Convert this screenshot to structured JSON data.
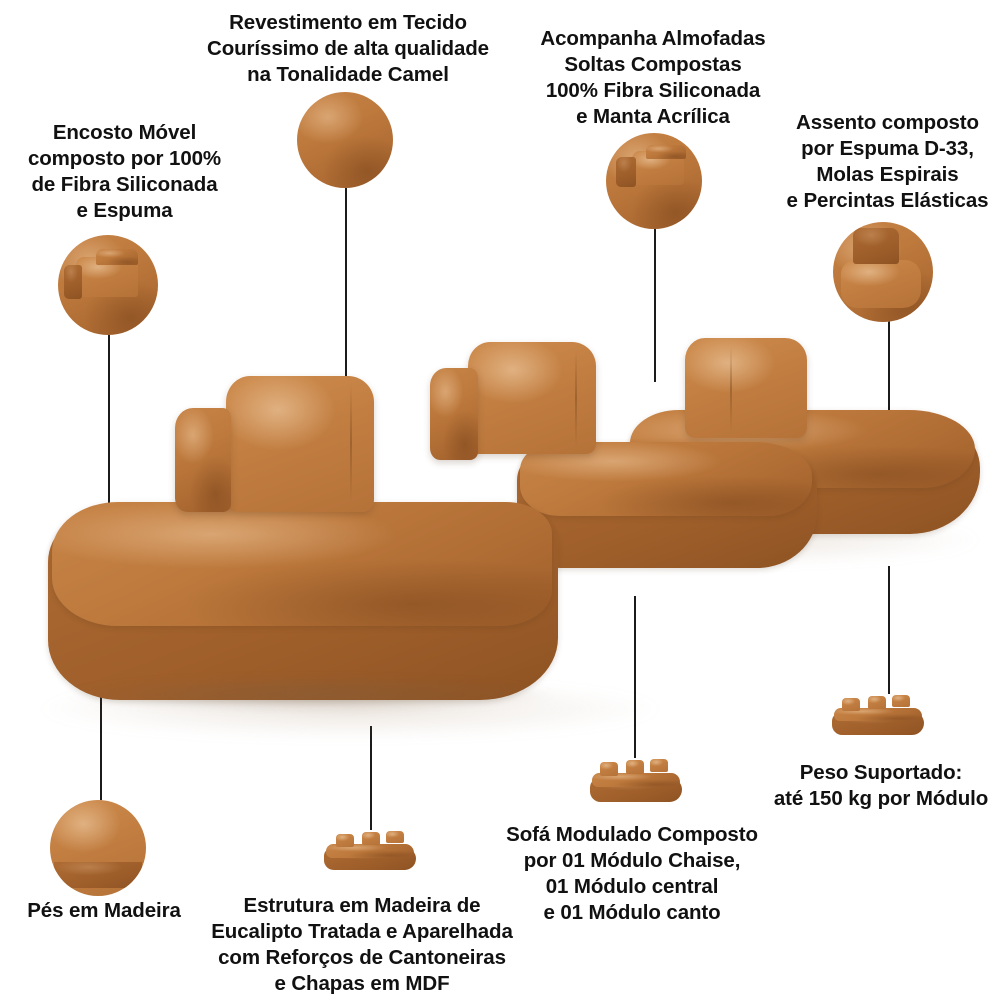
{
  "page": {
    "title": "Sofá Modulado Camel - Infográfico de Características",
    "background": "#FFFFFF",
    "text_color": "#111111",
    "leather_color": "#BE7A3D",
    "leather_highlight": "#CE8C4E",
    "leather_shadow": "#9E5E2A",
    "leader_line_color": "#1B1B1B"
  },
  "callouts": [
    {
      "id": "encosto-movel",
      "text": "Encosto Móvel\ncomposto por 100%\nde Fibra Siliconada\ne Espuma",
      "thumbnail": "backrest-cushion-thumb",
      "position": "top-left"
    },
    {
      "id": "revestimento",
      "text": "Revestimento em Tecido\nCouríssimo de alta qualidade\nna Tonalidade Camel",
      "thumbnail": "leather-swatch-thumb",
      "position": "top-center-left"
    },
    {
      "id": "almofadas",
      "text": "Acompanha Almofadas\nSoltas Compostas\n100% Fibra Siliconada\ne Manta Acrílica",
      "thumbnail": "loose-cushions-thumb",
      "position": "top-center-right"
    },
    {
      "id": "assento",
      "text": "Assento composto\npor Espuma D-33,\nMolas Espirais\ne Percintas Elásticas",
      "thumbnail": "seat-module-thumb",
      "position": "top-right"
    },
    {
      "id": "pes-madeira",
      "text": "Pés em Madeira",
      "thumbnail": "wood-foot-thumb",
      "position": "bottom-left"
    },
    {
      "id": "estrutura",
      "text": "Estrutura em Madeira de\nEucalipto Tratada e Aparelhada\ncom Reforços de Cantoneiras\ne Chapas em MDF",
      "thumbnail": "mini-sofa-thumb-1",
      "position": "bottom-center-left"
    },
    {
      "id": "modulos",
      "text": "Sofá Modulado Composto\npor 01 Módulo Chaise,\n01 Módulo central\ne 01 Módulo canto",
      "thumbnail": "mini-sofa-thumb-2",
      "position": "bottom-center-right"
    },
    {
      "id": "peso",
      "text": "Peso Suportado:\naté 150 kg por Módulo",
      "thumbnail": "mini-sofa-thumb-3",
      "position": "bottom-right"
    }
  ],
  "product": {
    "name": "Sofá Modulado Camel",
    "modules": [
      "Módulo Chaise",
      "Módulo central",
      "Módulo canto"
    ],
    "upholstery": "Tecido Couríssimo",
    "tone": "Camel",
    "weight_capacity": "até 150 kg por Módulo"
  }
}
